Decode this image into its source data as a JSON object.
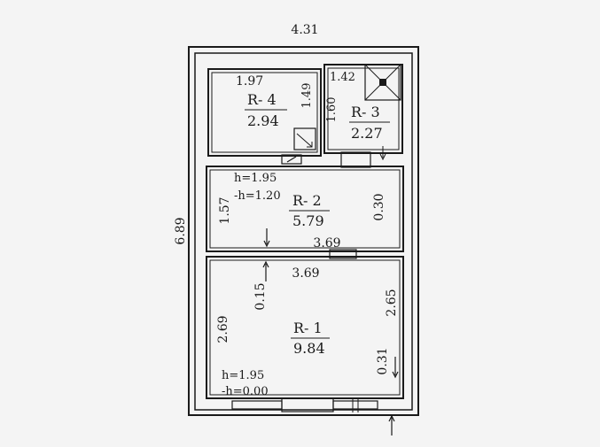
{
  "plan": {
    "overall_width": "4.31",
    "overall_height": "6.89",
    "rooms": [
      {
        "id": "R-4",
        "name": "R- 4",
        "area": "2.94",
        "width": "1.97",
        "depth": "1.49"
      },
      {
        "id": "R-3",
        "name": "R- 3",
        "area": "2.27",
        "width": "1.42",
        "depth": "1.60"
      },
      {
        "id": "R-2",
        "name": "R- 2",
        "area": "5.79",
        "width": "3.69",
        "depth": "1.57",
        "level": "h=1.95",
        "floor": "-h=1.20",
        "step": "0.30"
      },
      {
        "id": "R-1",
        "name": "R- 1",
        "area": "9.84",
        "width": "3.69",
        "depth_left": "2.69",
        "depth_right": "2.65",
        "level": "h=1.95",
        "floor": "-h=0.00",
        "step_top": "0.15",
        "step_bottom": "0.31"
      }
    ]
  },
  "colors": {
    "ink": "#1a1a1a",
    "paper": "#f4f4f4"
  },
  "icons": [
    "ventilation-shaft-icon",
    "chimney-icon",
    "stair-arrow-icon",
    "entrance-arrow-icon"
  ]
}
